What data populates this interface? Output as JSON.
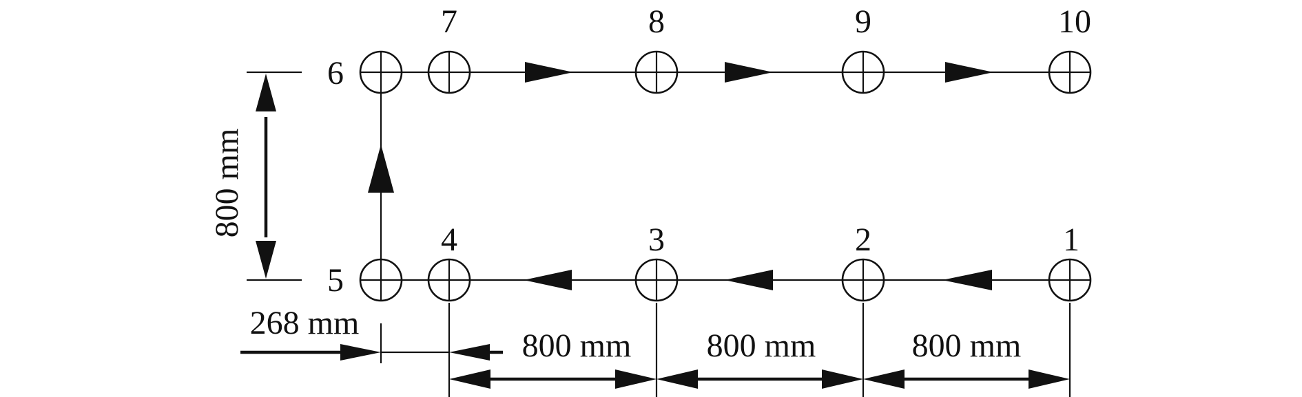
{
  "diagram": {
    "points": [
      {
        "id": "p1",
        "label": "1"
      },
      {
        "id": "p2",
        "label": "2"
      },
      {
        "id": "p3",
        "label": "3"
      },
      {
        "id": "p4",
        "label": "4"
      },
      {
        "id": "p5",
        "label": "5"
      },
      {
        "id": "p6",
        "label": "6"
      },
      {
        "id": "p7",
        "label": "7"
      },
      {
        "id": "p8",
        "label": "8"
      },
      {
        "id": "p9",
        "label": "9"
      },
      {
        "id": "p10",
        "label": "10"
      }
    ],
    "dimensions": {
      "vertical": "800 mm",
      "offset": "268 mm",
      "spacing_1": "800 mm",
      "spacing_2": "800 mm",
      "spacing_3": "800 mm"
    }
  }
}
